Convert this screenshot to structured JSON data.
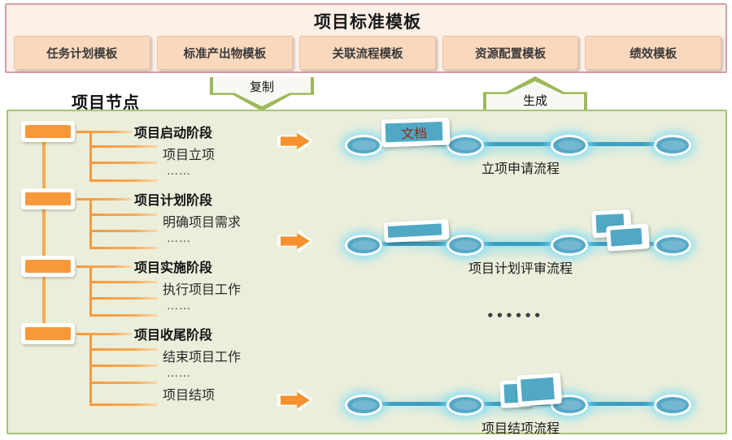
{
  "header": {
    "title": "项目标准模板",
    "templates": [
      {
        "label": "任务计划模板"
      },
      {
        "label": "标准产出物模板"
      },
      {
        "label": "关联流程模板"
      },
      {
        "label": "资源配置模板"
      },
      {
        "label": "绩效模板"
      }
    ]
  },
  "connectors": {
    "copy_label": "复制",
    "generate_label": "生成"
  },
  "main": {
    "title": "项目节点",
    "phases": [
      {
        "name": "项目启动阶段",
        "tasks": [
          "项目立项"
        ],
        "ellipsis": "……"
      },
      {
        "name": "项目计划阶段",
        "tasks": [
          "明确项目需求"
        ],
        "ellipsis": "……"
      },
      {
        "name": "项目实施阶段",
        "tasks": [
          "执行项目工作"
        ],
        "ellipsis": "……"
      },
      {
        "name": "项目收尾阶段",
        "tasks": [
          "结束项目工作",
          "项目结项"
        ],
        "ellipsis": "……"
      }
    ],
    "flows": [
      {
        "caption": "立项申请流程",
        "node_count": 4,
        "cards": [
          {
            "label": "文档"
          }
        ]
      },
      {
        "caption": "项目计划评审流程",
        "node_count": 4,
        "cards": [
          {
            "label": ""
          },
          {
            "label": ""
          },
          {
            "label": ""
          }
        ]
      },
      {
        "caption": "项目结项流程",
        "node_count": 4,
        "cards": [
          {
            "label": ""
          },
          {
            "label": ""
          }
        ]
      }
    ],
    "more_indicator": "••••••"
  },
  "colors": {
    "header_bg": "#fdf0e7",
    "header_border": "#d9a0a4",
    "template_box": "#fad8bd",
    "panel_bg": "#eaeedb",
    "panel_border": "#a9c273",
    "tree_orange": "#f79939",
    "flow_blue": "#3d9fc0",
    "node_blue": "#55a9c6",
    "arrow_green": "#9cb95c"
  }
}
